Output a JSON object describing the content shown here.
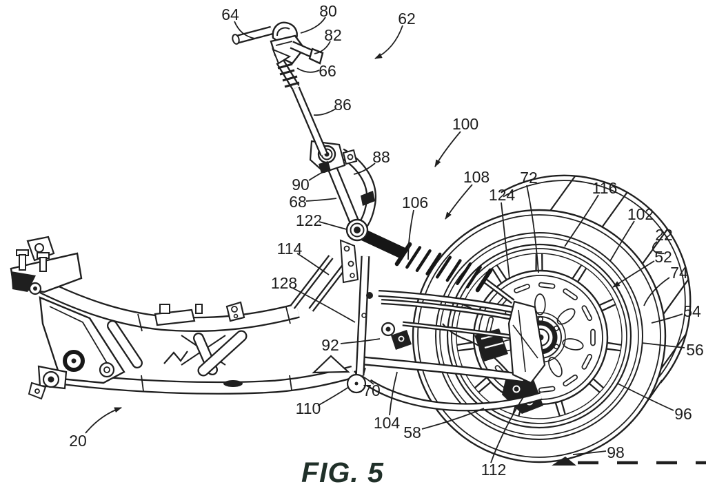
{
  "figure": {
    "caption": "FIG. 5",
    "type": "patent-line-drawing",
    "subject": "vehicle frame, steering column and front wheel suspension assembly",
    "colors": {
      "line": "#1f1f1f",
      "label": "#1d1d1d",
      "caption": "#203029",
      "bg": "#ffffff"
    }
  },
  "labels": {
    "n20": "20",
    "n22": "22",
    "n52": "52",
    "n54": "54",
    "n56": "56",
    "n58": "58",
    "n62": "62",
    "n64": "64",
    "n66": "66",
    "n68": "68",
    "n70": "70",
    "n72": "72",
    "n74": "74",
    "n80": "80",
    "n82": "82",
    "n86": "86",
    "n88": "88",
    "n90": "90",
    "n92": "92",
    "n96": "96",
    "n98": "98",
    "n100": "100",
    "n102": "102",
    "n104": "104",
    "n106": "106",
    "n108": "108",
    "n110": "110",
    "n112": "112",
    "n114": "114",
    "n116": "116",
    "n122": "122",
    "n124": "124",
    "n128": "128"
  }
}
